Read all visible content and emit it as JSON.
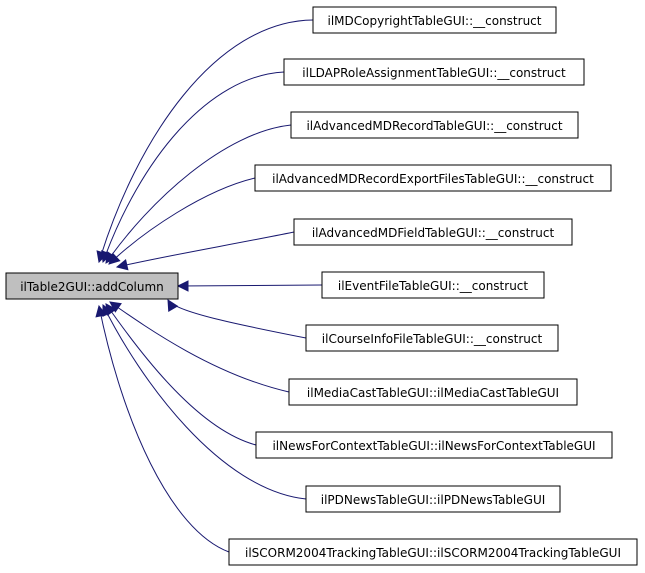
{
  "diagram": {
    "focus": {
      "label": "ilTable2GUI::addColumn"
    },
    "callers": [
      {
        "label": "ilMDCopyrightTableGUI::__construct"
      },
      {
        "label": "ilLDAPRoleAssignmentTableGUI::__construct"
      },
      {
        "label": "ilAdvancedMDRecordTableGUI::__construct"
      },
      {
        "label": "ilAdvancedMDRecordExportFilesTableGUI::__construct"
      },
      {
        "label": "ilAdvancedMDFieldTableGUI::__construct"
      },
      {
        "label": "ilEventFileTableGUI::__construct"
      },
      {
        "label": "ilCourseInfoFileTableGUI::__construct"
      },
      {
        "label": "ilMediaCastTableGUI::ilMediaCastTableGUI"
      },
      {
        "label": "ilNewsForContextTableGUI::ilNewsForContextTableGUI"
      },
      {
        "label": "ilPDNewsTableGUI::ilPDNewsTableGUI"
      },
      {
        "label": "ilSCORM2004TrackingTableGUI::ilSCORM2004TrackingTableGUI"
      }
    ],
    "colors": {
      "edge": "#191970",
      "focus_fill": "#bfbfbf",
      "node_fill": "#ffffff",
      "border": "#000000"
    }
  }
}
